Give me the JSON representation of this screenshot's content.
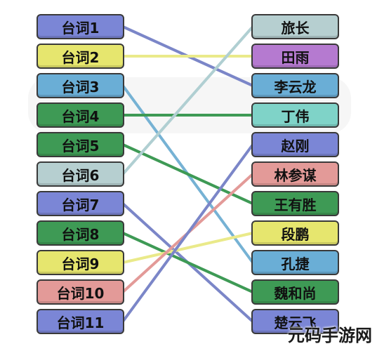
{
  "left_items": [
    {
      "label": "台词1",
      "color": "#7b86d6"
    },
    {
      "label": "台词2",
      "color": "#e6e66e"
    },
    {
      "label": "台词3",
      "color": "#6aaed6"
    },
    {
      "label": "台词4",
      "color": "#3e9a55"
    },
    {
      "label": "台词5",
      "color": "#3e9a55"
    },
    {
      "label": "台词6",
      "color": "#b6cfd0"
    },
    {
      "label": "台词7",
      "color": "#7b86d6"
    },
    {
      "label": "台词8",
      "color": "#3e9a55"
    },
    {
      "label": "台词9",
      "color": "#e6e66e"
    },
    {
      "label": "台词10",
      "color": "#e39a98"
    },
    {
      "label": "台词11",
      "color": "#7b86d6"
    }
  ],
  "right_items": [
    {
      "label": "旅长",
      "color": "#b6cfd0"
    },
    {
      "label": "田雨",
      "color": "#b57ad0"
    },
    {
      "label": "李云龙",
      "color": "#6aaed6"
    },
    {
      "label": "丁伟",
      "color": "#7fd3c8"
    },
    {
      "label": "赵刚",
      "color": "#7b86d6"
    },
    {
      "label": "林参谋",
      "color": "#e39a98"
    },
    {
      "label": "王有胜",
      "color": "#3e9a55"
    },
    {
      "label": "段鹏",
      "color": "#e6e66e"
    },
    {
      "label": "孔捷",
      "color": "#6aaed6"
    },
    {
      "label": "魏和尚",
      "color": "#3e9a55"
    },
    {
      "label": "楚云飞",
      "color": "#7b86d6"
    }
  ],
  "connections": [
    {
      "from": 0,
      "to": 2,
      "color": "#7b86c8"
    },
    {
      "from": 1,
      "to": 1,
      "color": "#eaea8a"
    },
    {
      "from": 2,
      "to": 8,
      "color": "#76b2d4"
    },
    {
      "from": 3,
      "to": 3,
      "color": "#3e9a55"
    },
    {
      "from": 4,
      "to": 6,
      "color": "#3e9a55"
    },
    {
      "from": 5,
      "to": 0,
      "color": "#b0cfd2"
    },
    {
      "from": 6,
      "to": 10,
      "color": "#7b86c8"
    },
    {
      "from": 7,
      "to": 9,
      "color": "#3e9a55"
    },
    {
      "from": 8,
      "to": 7,
      "color": "#eaea8a"
    },
    {
      "from": 9,
      "to": 5,
      "color": "#e39a98"
    },
    {
      "from": 10,
      "to": 4,
      "color": "#7b86c8"
    }
  ],
  "watermark": "元码手游网"
}
